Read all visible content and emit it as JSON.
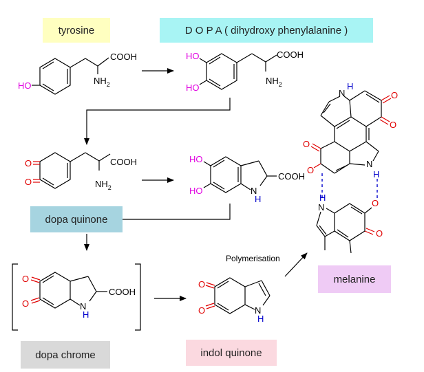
{
  "labels": {
    "tyrosine": "tyrosine",
    "dopa": "D O P A  ( dihydroxy phenylalanine )",
    "dopa_quinone": "dopa quinone",
    "dopa_chrome": "dopa chrome",
    "indol_quinone": "indol quinone",
    "melanine": "melanine",
    "polymerisation": "Polymerisation"
  },
  "atoms": {
    "cooh": "COOH",
    "nh2": "NH",
    "nh2_sub": "2",
    "ho": "HO",
    "o": "O",
    "h": "H",
    "n": "N"
  },
  "colors": {
    "tyrosine_bg": "#ffffc0",
    "dopa_bg": "#a8f4f4",
    "dopa_quinone_bg": "#a6d4e0",
    "dopa_chrome_bg": "#d9d9d9",
    "indol_quinone_bg": "#fbd9e0",
    "melanine_bg": "#efcbf5",
    "hydroxyl": "#e000e0",
    "oxygen": "#e00000",
    "nitrogen": "#0000cc",
    "bond": "#000000"
  }
}
